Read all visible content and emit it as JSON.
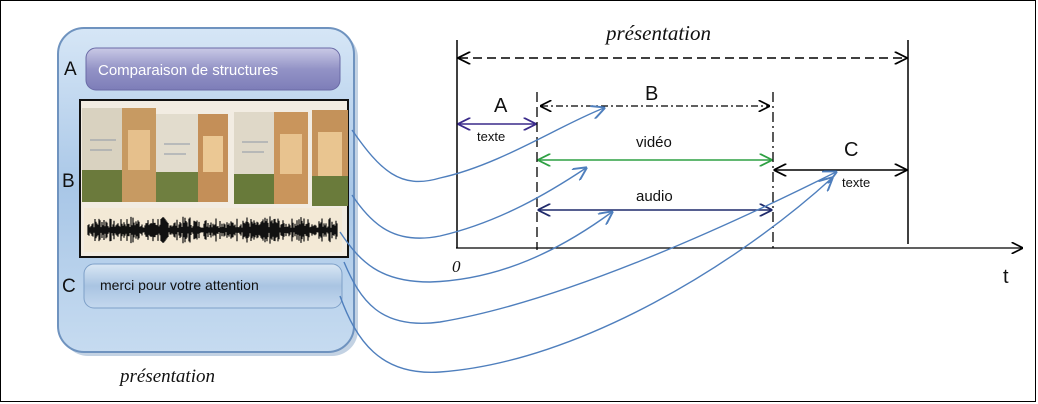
{
  "slide": {
    "title_text": "Comparaison de structures",
    "closing_text": "merci pour votre attention",
    "label_a": "A",
    "label_b": "B",
    "label_c": "C",
    "caption": "présentation"
  },
  "timeline": {
    "top_label": "présentation",
    "origin_label": "0",
    "axis_label": "t",
    "segment_a_label": "A",
    "segment_a_sub": "texte",
    "segment_b_label": "B",
    "video_label": "vidéo",
    "audio_label": "audio",
    "segment_c_label": "C",
    "segment_c_sub": "texte"
  },
  "colors": {
    "panel_fill": "#a8c8e8",
    "banner_fill": "#8f8fc0",
    "arrow_blue": "#4f7fbd",
    "video_green": "#2ea043",
    "audio_navy": "#1f2a6b",
    "text_arrow_purple": "#3a2a8a"
  }
}
